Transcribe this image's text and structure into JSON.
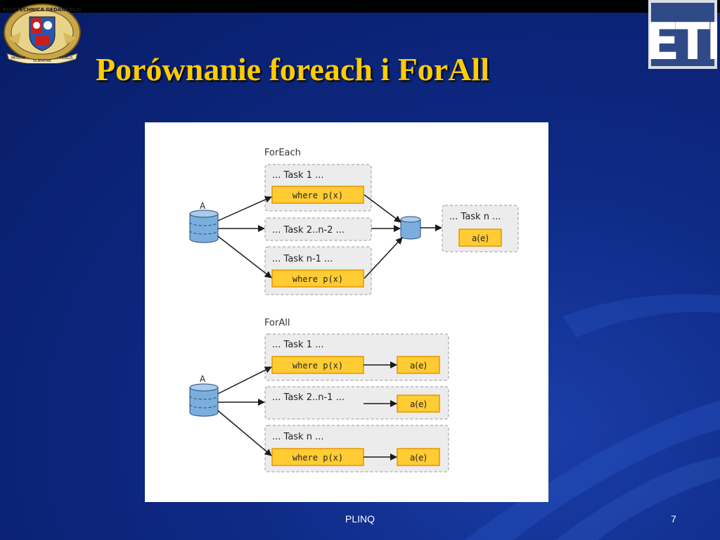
{
  "slide": {
    "title": "Porównanie foreach i ForAll",
    "footer_text": "PLINQ",
    "page_number": "7"
  },
  "logos": {
    "left_crest_icon": "university-crest-icon",
    "left_crest_texts": [
      "POLYTECHNICA GEDANENSIS",
      "PATRIAE",
      "SCIENTIAE",
      "FIDELIS"
    ],
    "right_logo_text": "ETI"
  },
  "colors": {
    "title": "#ffcc00",
    "background": "#0e2a86",
    "box_fill": "#ffcc33",
    "box_border": "#e69500",
    "group_fill": "#ececec",
    "group_border": "#999999",
    "db_fill": "#7aaedc"
  },
  "diagram": {
    "foreach": {
      "section_label": "ForEach",
      "source_label": "A",
      "task1_label": "... Task 1 ...",
      "task1_where": "where p(x)",
      "task2_label": "... Task 2..n-2 ...",
      "task3_label": "... Task n-1 ...",
      "task3_where": "where p(x)",
      "final_task_label": "... Task n ...",
      "final_action": "a(e)"
    },
    "forall": {
      "section_label": "ForAll",
      "source_label": "A",
      "task1_label": "... Task 1 ...",
      "task1_where": "where p(x)",
      "task1_action": "a(e)",
      "task2_label": "... Task 2..n-1 ...",
      "task2_action": "a(e)",
      "task3_label": "... Task n ...",
      "task3_where": "where p(x)",
      "task3_action": "a(e)"
    }
  }
}
